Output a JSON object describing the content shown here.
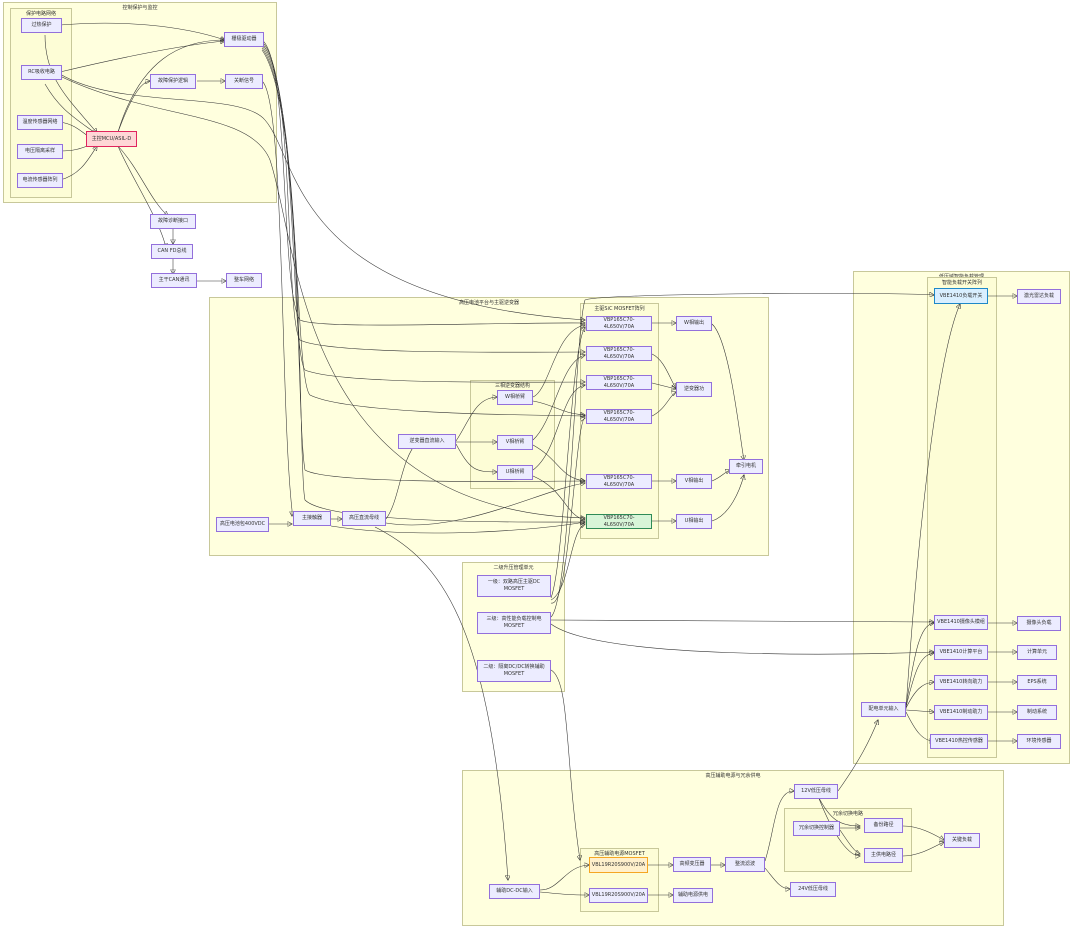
{
  "groups": {
    "control": "控制保护与监控",
    "protect_net": "保护电路网络",
    "hv_dist": "高压电池平台与主驱逆变器",
    "main_mos": "主驱SiC MOSFET阵列",
    "three_phase": "三相逆变器结构",
    "dcdc": "二级升压管理单元",
    "load_mgmt": "低压域智能负载管理",
    "smart_switch": "智能负载开关阵列",
    "aux": "高压辅助电源与冗余供电",
    "aux_mos": "高压辅助电源MOSFET",
    "redundant": "冗余切换电路"
  },
  "nodes": {
    "overtemp": "过热保护",
    "rc_snubber": "RC吸收电路",
    "temp_net": "温度传感器网络",
    "volt_sample": "电压隔离采样",
    "cur_array": "电流传感器阵列",
    "mcu": "主控MCU/ASIL-D",
    "gate_drv": "栅极驱动器",
    "fault_logic": "故障保护逻辑",
    "shutdown": "关断信号",
    "diag_if": "故障诊断接口",
    "can_comm": "主干CAN通讯",
    "can_fd": "CAN FD总线",
    "vcu": "整车网络",
    "hv_battery": "高压电池包400VDC",
    "main_relay": "主接触器",
    "hv_bus": "高压直流母线",
    "inv_input": "逆变器直流输入",
    "w_bridge": "W相桥臂",
    "v_bridge": "V相桥臂",
    "u_bridge": "U相桥臂",
    "mos1": "VBP165C70-4L650V/70A",
    "mos2": "VBP165C70-4L650V/70A",
    "mos3": "VBP165C70-4L650V/70A",
    "mos4": "VBP165C70-4L650V/70A",
    "mos5": "VBP165C70-4L650V/70A",
    "mos6": "VBP165C70-4L650V/70A",
    "w_out": "W相输出",
    "v_out": "V相输出",
    "u_out": "U相输出",
    "inv_brake": "逆变器功",
    "traction": "牵引电机",
    "dc1": "一级：双路高压主驱DC MOSFET",
    "dc2": "三级：高性能负载控制电 MOSFET",
    "dc3": "二级：隔离DC/DC转换辅助 MOSFET",
    "sw1": "VBE1410负载开关",
    "sw2": "VBE1410摄像头模组",
    "sw3": "VBE1410计算平台",
    "sw4": "VBE1410转向助力",
    "sw5": "VBE1410制动助力",
    "sw6": "VBE1410热控传感器",
    "load1": "激光雷达负载",
    "load2": "摄像头负载",
    "load3": "计算单元",
    "load4": "EPS系统",
    "load5": "制动系统",
    "load6": "环境传感器",
    "dist_in": "配电单元输入",
    "aux_in": "辅助DC-DC输入",
    "vbl1": "VBL19R20S900V/20A",
    "vbl2": "VBL19R20S900V/20A",
    "hv_transformer": "高频变压器",
    "aux_power": "辅助电源供电",
    "rectifier": "整流滤波",
    "bus12": "12V低压母线",
    "bus24": "24V低压母线",
    "redundant_sw": "冗余切换控制器",
    "backup_path": "备份路径",
    "main_path": "主供电路径",
    "critical_load": "关键负载"
  },
  "colors": {
    "group_fill": "#ffffde",
    "node_fill": "#ececff",
    "node_border": "#9370db",
    "mcu_fill": "#ffd6d6",
    "highlight_green": "#d8f5d8",
    "highlight_blue": "#d9efff",
    "highlight_orange": "#fff0cc",
    "edge": "#333333"
  }
}
